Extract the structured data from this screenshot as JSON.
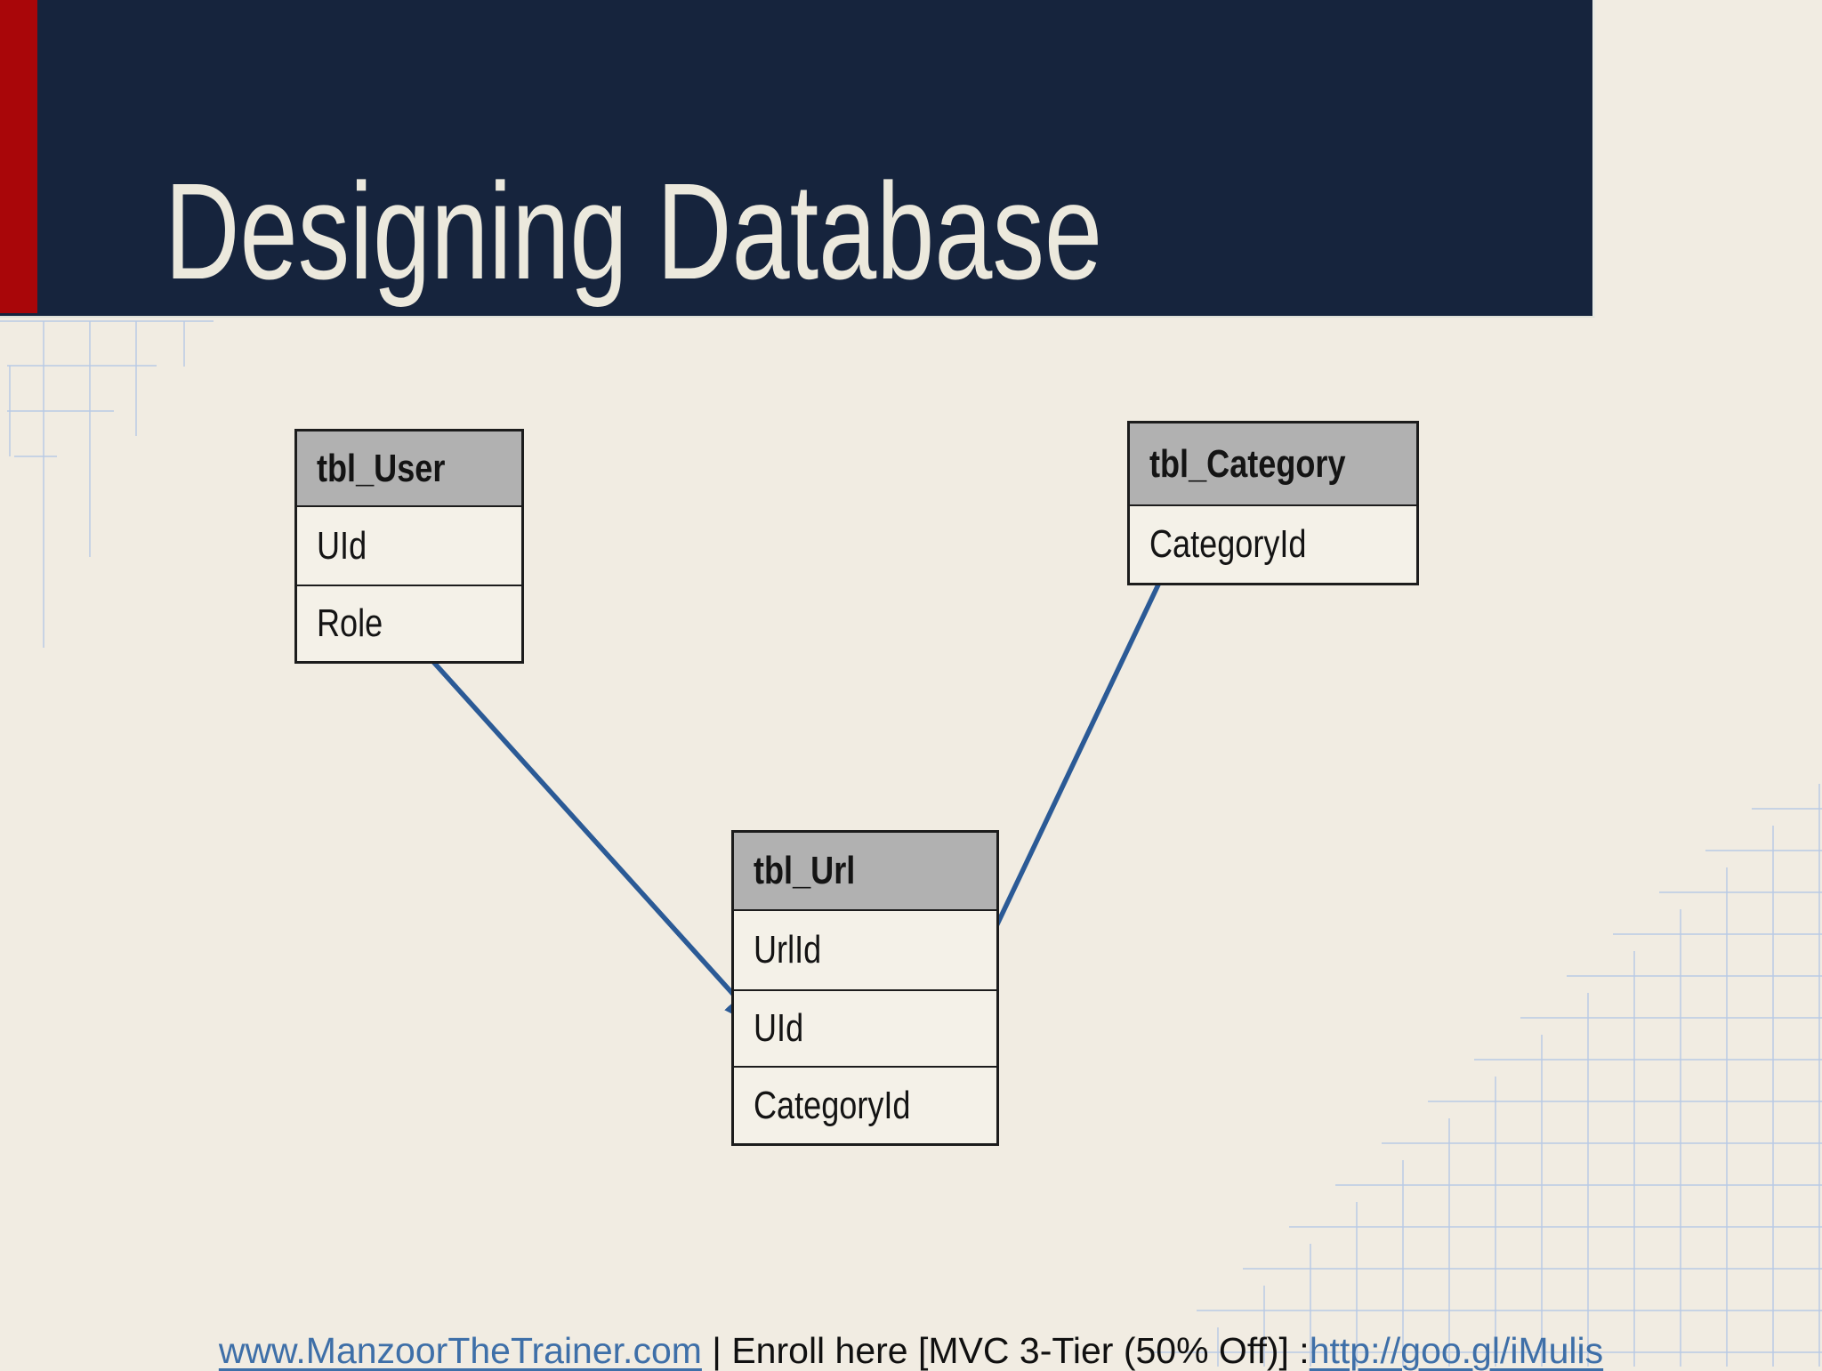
{
  "slide": {
    "title": "Designing Database",
    "footer": {
      "website_link": "www.ManzoorTheTrainer.com",
      "enroll_text": " | Enroll here [MVC 3-Tier (50% Off)] :",
      "enroll_link": "http://goo.gl/iMulis"
    }
  },
  "diagram": {
    "tables": [
      {
        "title": "tbl_User",
        "fields": [
          "UId",
          "Role"
        ]
      },
      {
        "title": "tbl_Category",
        "fields": [
          "CategoryId"
        ]
      },
      {
        "title": "tbl_Url",
        "fields": [
          "UrlId",
          "UId",
          "CategoryId"
        ]
      }
    ],
    "relations": [
      {
        "from": "tbl_User.UId",
        "to": "tbl_Url.UId"
      },
      {
        "from": "tbl_Category.CategoryId",
        "to": "tbl_Url.CategoryId"
      }
    ]
  },
  "colors": {
    "bg": "#f1ece2",
    "navy": "#16243d",
    "red": "#a90609",
    "arrow": "#2b5a96",
    "link": "#3e6fa8",
    "grid": "#b9cbe6",
    "th-bg": "#b1b1b1",
    "row-bg": "#f4f1e8"
  }
}
